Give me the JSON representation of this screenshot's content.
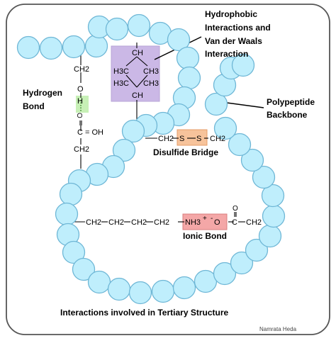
{
  "colors": {
    "bead_fill": "#bfeefc",
    "bead_stroke": "#6fb7d6",
    "hydrophobic_box": "#cbb8e6",
    "hydrogen_highlight": "#c7f0b6",
    "disulfide_box": "#f7c39b",
    "ionic_box": "#f4a7a7",
    "frame": "#555555"
  },
  "labels": {
    "hydrophobic": [
      "Hydrophobic",
      "Interactions and",
      "Van der Waals",
      "Interaction"
    ],
    "hydrogen": [
      "Hydrogen",
      "Bond"
    ],
    "backbone": [
      "Polypeptide",
      "Backbone"
    ],
    "disulfide": "Disulfide Bridge",
    "ionic": "Ionic Bond",
    "caption": "Interactions involved in Tertiary Structure",
    "credit": "Namrata Heda"
  },
  "hydrogen_chain": {
    "ch2_top": "CH2",
    "o": "O",
    "h": "H",
    "c_o": "O",
    "c_oh": "C = OH",
    "ch2_bottom": "CH2"
  },
  "hydrophobic_chain": {
    "ch_top": "CH",
    "h3c_1": "H3C",
    "ch3_1": "CH3",
    "h3c_2": "H3C",
    "ch3_2": "CH3",
    "ch_bottom": "CH"
  },
  "disulfide_chain": {
    "left": "CH2",
    "s1": "S",
    "s2": "S",
    "right": "CH2"
  },
  "ionic_chain": {
    "ch2_1": "CH2",
    "ch2_2": "CH2",
    "ch2_3": "CH2",
    "ch2_4": "CH2",
    "nh3": "NH3",
    "plus": "+",
    "o_minus": "O",
    "minus": "-",
    "c": "C",
    "c_o": "O",
    "ch2_5": "CH2"
  }
}
